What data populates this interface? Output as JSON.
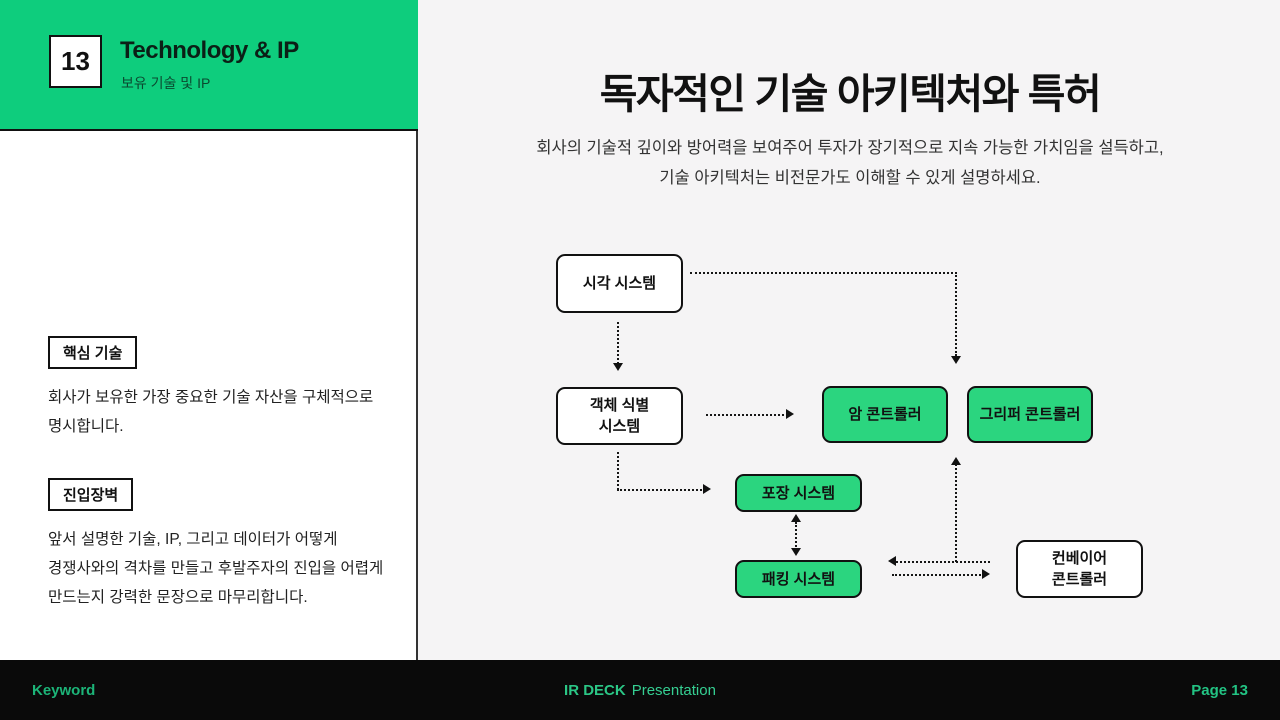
{
  "slide": {
    "header": {
      "number": "13",
      "title": "Technology & IP",
      "subtitle": "보유 기술 및 IP"
    },
    "sidebar_sections": [
      {
        "label": "핵심 기술",
        "body": "회사가 보유한 가장 중요한 기술 자산을 구체적으로 명시합니다."
      },
      {
        "label": "진입장벽",
        "body": "앞서 설명한 기술, IP, 그리고 데이터가 어떻게 경쟁사와의 격차를 만들고 후발주자의 진입을 어렵게 만드는지 강력한 문장으로 마무리합니다."
      }
    ],
    "main": {
      "title": "독자적인 기술 아키텍처와 특허",
      "subtitle_line1": "회사의 기술적 깊이와 방어력을 보여주어 투자가 장기적으로 지속 가능한 가치임을 설득하고,",
      "subtitle_line2": "기술 아키텍처는 비전문가도 이해할 수 있게 설명하세요."
    },
    "diagram": {
      "nodes": [
        {
          "id": "vision",
          "label": "시각 시스템",
          "type": "white"
        },
        {
          "id": "object",
          "label": "객체 식별 시스템",
          "type": "white"
        },
        {
          "id": "arm",
          "label": "암 콘트롤러",
          "type": "green"
        },
        {
          "id": "gripper",
          "label": "그리퍼 콘트롤러",
          "type": "green"
        },
        {
          "id": "packaging",
          "label": "포장 시스템",
          "type": "green"
        },
        {
          "id": "packing",
          "label": "패킹 시스템",
          "type": "green"
        },
        {
          "id": "conveyor",
          "label": "컨베이어 콘트롤러",
          "type": "white"
        }
      ]
    },
    "footer": {
      "left": "Keyword",
      "center_bold": "IR DECK",
      "center_regular": "Presentation",
      "right": "Page 13"
    },
    "colors": {
      "brand_green": "#0ECD7D",
      "node_green": "#2BD57F",
      "footer_bg": "#0A0A0A",
      "footer_text_green": "#22C383",
      "main_bg": "#F5F4F5"
    }
  }
}
